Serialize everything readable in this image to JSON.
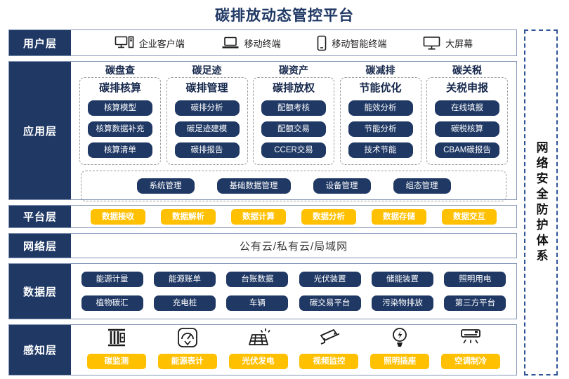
{
  "title": "碳排放动态管控平台",
  "colors": {
    "navy": "#1F3864",
    "yellow": "#FFC000",
    "row_border": "#8496B5",
    "dashed_gray": "#9B9B9B",
    "security_border": "#2F5597",
    "network_text": "#3B3B3B"
  },
  "security_bar": {
    "label": "网络安全防护体系"
  },
  "layers": {
    "user": {
      "label": "用户层",
      "items": [
        {
          "icon": "desktop-pc-icon",
          "label": "企业客户端"
        },
        {
          "icon": "laptop-icon",
          "label": "移动终端"
        },
        {
          "icon": "smartphone-icon",
          "label": "移动智能终端"
        },
        {
          "icon": "big-screen-icon",
          "label": "大屏幕"
        }
      ]
    },
    "app": {
      "label": "应用层",
      "columns": [
        {
          "title": "碳盘查",
          "subtitle": "碳排核算",
          "items": [
            "核算模型",
            "核算数据补充",
            "核算清单"
          ]
        },
        {
          "title": "碳足迹",
          "subtitle": "碳排管理",
          "items": [
            "碳排分析",
            "碳足迹建模",
            "碳排报告"
          ]
        },
        {
          "title": "碳资产",
          "subtitle": "碳排放权",
          "items": [
            "配额考核",
            "配额交易",
            "CCER交易"
          ]
        },
        {
          "title": "碳减排",
          "subtitle": "节能优化",
          "items": [
            "能效分析",
            "节能分析",
            "技术节能"
          ]
        },
        {
          "title": "碳关税",
          "subtitle": "关税申报",
          "items": [
            "在线填报",
            "碳税核算",
            "CBAM碳报告"
          ]
        }
      ],
      "common_items": [
        "系统管理",
        "基础数据管理",
        "设备管理",
        "组态管理"
      ]
    },
    "platform": {
      "label": "平台层",
      "items": [
        "数据接收",
        "数据解析",
        "数据计算",
        "数据分析",
        "数据存储",
        "数据交互"
      ]
    },
    "network": {
      "label": "网络层",
      "text": "公有云/私有云/局域网"
    },
    "data": {
      "label": "数据层",
      "items": [
        "能源计量",
        "能源账单",
        "台账数据",
        "光伏装置",
        "储能装置",
        "照明用电",
        "植物碳汇",
        "充电桩",
        "车辆",
        "碳交易平台",
        "污染物排放",
        "第三方平台"
      ]
    },
    "perception": {
      "label": "感知层",
      "items": [
        {
          "icon": "carbon-monitor-icon",
          "label": "碳监测"
        },
        {
          "icon": "energy-meter-icon",
          "label": "能源表计"
        },
        {
          "icon": "solar-panel-icon",
          "label": "光伏发电"
        },
        {
          "icon": "cctv-camera-icon",
          "label": "视频监控"
        },
        {
          "icon": "light-bulb-icon",
          "label": "照明插座"
        },
        {
          "icon": "air-conditioner-icon",
          "label": "空调制冷"
        }
      ]
    }
  }
}
